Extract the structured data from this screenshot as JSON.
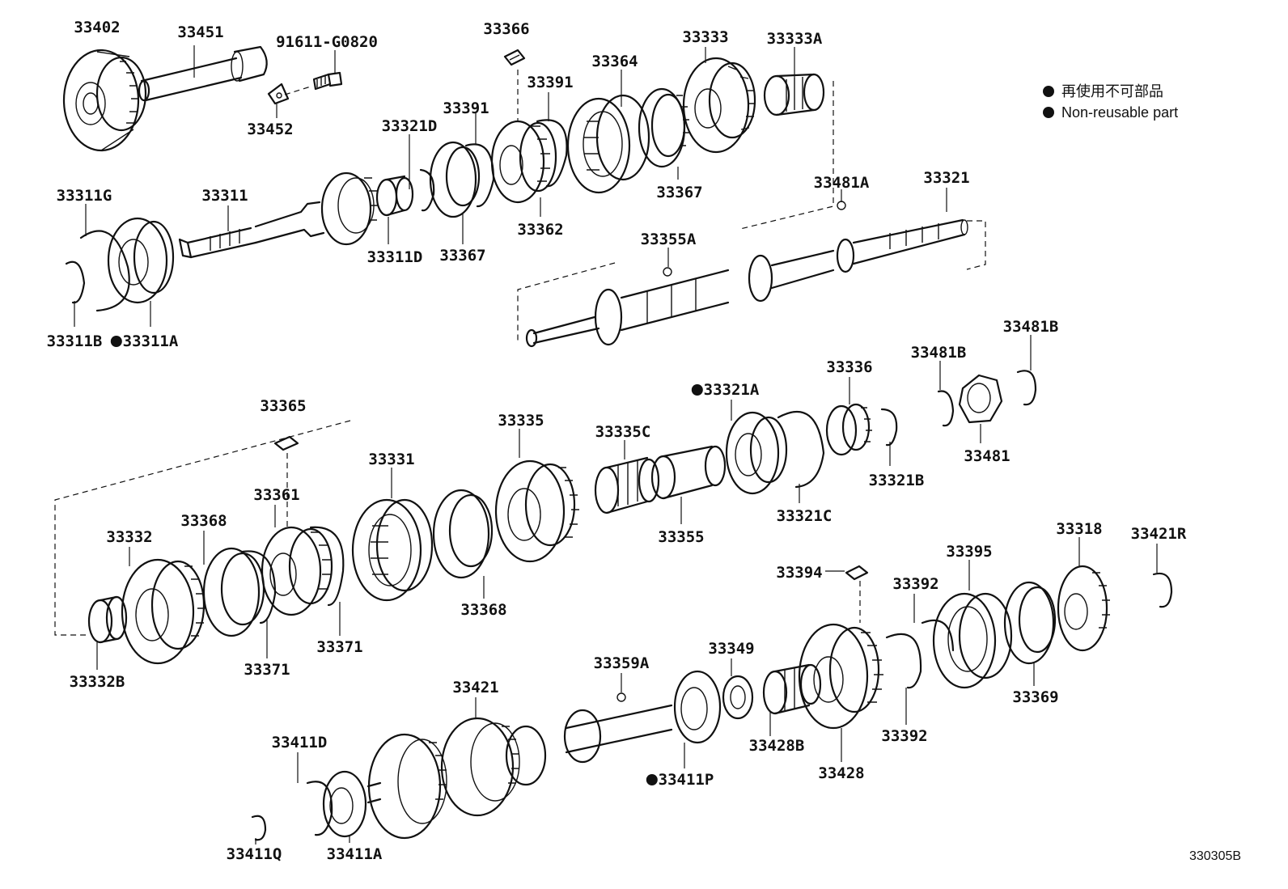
{
  "diagram": {
    "legend": {
      "jp": "再使用不可部品",
      "en": "Non-reusable part"
    },
    "diagram_code": "330305B",
    "labels": [
      {
        "id": "33402",
        "text": "33402",
        "nonreusable": false
      },
      {
        "id": "33451",
        "text": "33451",
        "nonreusable": false
      },
      {
        "id": "91611-G0820",
        "text": "91611-G0820",
        "nonreusable": false
      },
      {
        "id": "33452",
        "text": "33452",
        "nonreusable": false
      },
      {
        "id": "33366",
        "text": "33366",
        "nonreusable": false
      },
      {
        "id": "33391a",
        "text": "33391",
        "nonreusable": false
      },
      {
        "id": "33391b",
        "text": "33391",
        "nonreusable": false
      },
      {
        "id": "33364",
        "text": "33364",
        "nonreusable": false
      },
      {
        "id": "33333",
        "text": "33333",
        "nonreusable": false
      },
      {
        "id": "33333A",
        "text": "33333A",
        "nonreusable": false
      },
      {
        "id": "33321D",
        "text": "33321D",
        "nonreusable": false
      },
      {
        "id": "33311G",
        "text": "33311G",
        "nonreusable": false
      },
      {
        "id": "33311",
        "text": "33311",
        "nonreusable": false
      },
      {
        "id": "33367a",
        "text": "33367",
        "nonreusable": false
      },
      {
        "id": "33367b",
        "text": "33367",
        "nonreusable": false
      },
      {
        "id": "33362",
        "text": "33362",
        "nonreusable": false
      },
      {
        "id": "33311D",
        "text": "33311D",
        "nonreusable": false
      },
      {
        "id": "33481A",
        "text": "33481A",
        "nonreusable": false
      },
      {
        "id": "33321",
        "text": "33321",
        "nonreusable": false
      },
      {
        "id": "33355A",
        "text": "33355A",
        "nonreusable": false
      },
      {
        "id": "33311B",
        "text": "33311B",
        "nonreusable": false
      },
      {
        "id": "33311A",
        "text": "33311A",
        "nonreusable": true
      },
      {
        "id": "33481B-a",
        "text": "33481B",
        "nonreusable": false
      },
      {
        "id": "33481B-b",
        "text": "33481B",
        "nonreusable": false
      },
      {
        "id": "33336",
        "text": "33336",
        "nonreusable": false
      },
      {
        "id": "33321A",
        "text": "33321A",
        "nonreusable": true
      },
      {
        "id": "33365",
        "text": "33365",
        "nonreusable": false
      },
      {
        "id": "33335",
        "text": "33335",
        "nonreusable": false
      },
      {
        "id": "33335C",
        "text": "33335C",
        "nonreusable": false
      },
      {
        "id": "33481",
        "text": "33481",
        "nonreusable": false
      },
      {
        "id": "33321B",
        "text": "33321B",
        "nonreusable": false
      },
      {
        "id": "33331",
        "text": "33331",
        "nonreusable": false
      },
      {
        "id": "33361",
        "text": "33361",
        "nonreusable": false
      },
      {
        "id": "33321C",
        "text": "33321C",
        "nonreusable": false
      },
      {
        "id": "33355",
        "text": "33355",
        "nonreusable": false
      },
      {
        "id": "33332",
        "text": "33332",
        "nonreusable": false
      },
      {
        "id": "33368a",
        "text": "33368",
        "nonreusable": false
      },
      {
        "id": "33368b",
        "text": "33368",
        "nonreusable": false
      },
      {
        "id": "33318",
        "text": "33318",
        "nonreusable": false
      },
      {
        "id": "33421R",
        "text": "33421R",
        "nonreusable": false
      },
      {
        "id": "33395",
        "text": "33395",
        "nonreusable": false
      },
      {
        "id": "33394",
        "text": "33394",
        "nonreusable": false
      },
      {
        "id": "33392a",
        "text": "33392",
        "nonreusable": false
      },
      {
        "id": "33392b",
        "text": "33392",
        "nonreusable": false
      },
      {
        "id": "33371a",
        "text": "33371",
        "nonreusable": false
      },
      {
        "id": "33371b",
        "text": "33371",
        "nonreusable": false
      },
      {
        "id": "33332B",
        "text": "33332B",
        "nonreusable": false
      },
      {
        "id": "33349",
        "text": "33349",
        "nonreusable": false
      },
      {
        "id": "33359A",
        "text": "33359A",
        "nonreusable": false
      },
      {
        "id": "33421",
        "text": "33421",
        "nonreusable": false
      },
      {
        "id": "33369",
        "text": "33369",
        "nonreusable": false
      },
      {
        "id": "33428B",
        "text": "33428B",
        "nonreusable": false
      },
      {
        "id": "33411D",
        "text": "33411D",
        "nonreusable": false
      },
      {
        "id": "33411P",
        "text": "33411P",
        "nonreusable": true
      },
      {
        "id": "33428",
        "text": "33428",
        "nonreusable": false
      },
      {
        "id": "33411Q",
        "text": "33411Q",
        "nonreusable": false
      },
      {
        "id": "33411A",
        "text": "33411A",
        "nonreusable": false
      }
    ]
  }
}
